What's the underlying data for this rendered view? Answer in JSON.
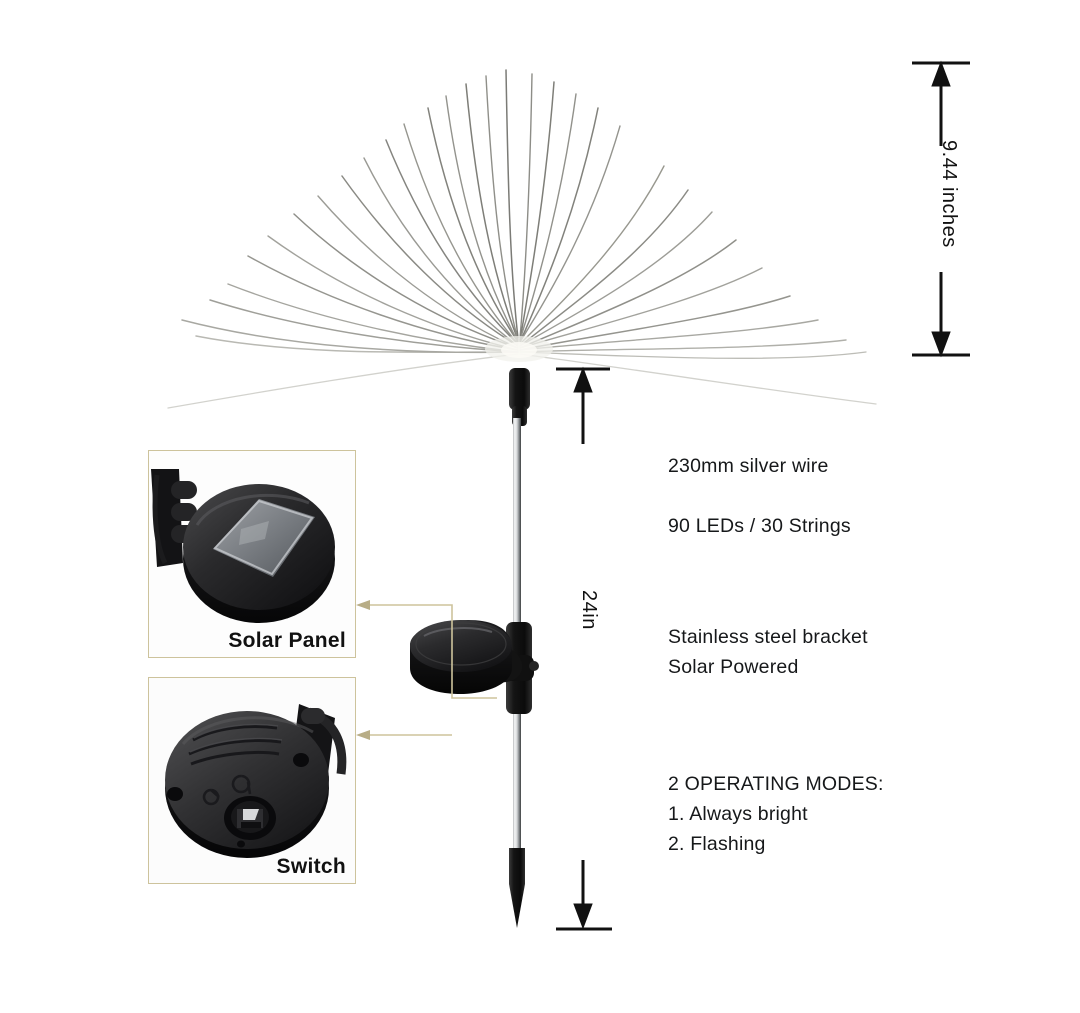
{
  "diagram": {
    "title": "Solar firework garden stake light dimensions",
    "background_color": "#ffffff",
    "accent_color": "#cdc39c",
    "body_color": "#1a1a1a"
  },
  "dimensions": {
    "head_height": {
      "label": "9.44 inches",
      "orientation": "vertical",
      "position": "right-of-head"
    },
    "stem_length": {
      "label": "24in",
      "orientation": "vertical",
      "position": "right-of-pole"
    }
  },
  "specs": {
    "wire": "230mm silver wire",
    "leds": "90 LEDs / 30 Strings",
    "bracket": "Stainless steel bracket",
    "power": "Solar Powered",
    "modes_title": "2 OPERATING MODES:",
    "mode_1": "1. Always bright",
    "mode_2": "2. Flashing"
  },
  "insets": [
    {
      "name": "solar-panel",
      "caption": "Solar Panel"
    },
    {
      "name": "switch",
      "caption": "Switch"
    }
  ],
  "icons": {
    "arrow_up": "arrow-up-icon",
    "arrow_down": "arrow-down-icon",
    "leader_arrow": "leader-arrow-icon"
  }
}
